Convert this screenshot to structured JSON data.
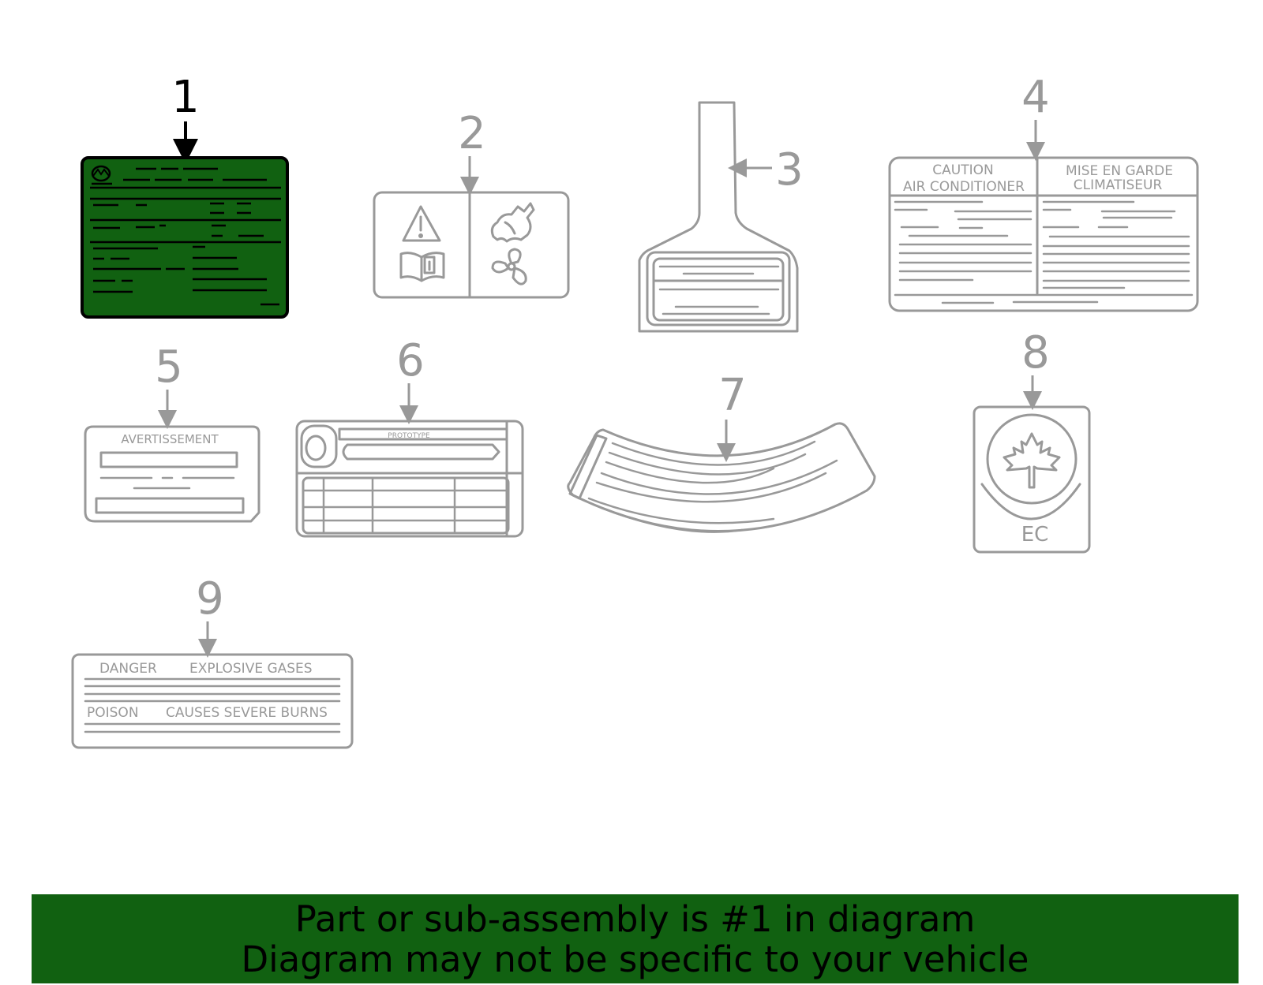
{
  "colors": {
    "highlight_fill": "#116111",
    "part_stroke": "#999999",
    "active_stroke": "#000000",
    "banner_bg": "#116111"
  },
  "callouts": [
    "1",
    "2",
    "3",
    "4",
    "5",
    "6",
    "7",
    "8",
    "9"
  ],
  "active_callout": "1",
  "labels": {
    "part4": {
      "left_line1": "CAUTION",
      "left_line2": "AIR CONDITIONER",
      "right_line1": "MISE EN GARDE",
      "right_line2": "CLIMATISEUR"
    },
    "part5": {
      "heading": "AVERTISSEMENT"
    },
    "part6": {
      "heading": "PROTOTYPE"
    },
    "part8": {
      "mark": "EC",
      "icon": "maple-leaf-icon"
    },
    "part9": {
      "line1_left": "DANGER",
      "line1_right": "EXPLOSIVE GASES",
      "line2_left": "POISON",
      "line2_right": "CAUSES SEVERE BURNS"
    },
    "part2": {
      "icons": [
        "warning-triangle-icon",
        "manual-info-icon",
        "hand-hazard-icon",
        "fan-icon"
      ]
    },
    "part1": {
      "icon": "brand-logo-icon"
    }
  },
  "banner": {
    "line1": "Part or sub-assembly is #1 in diagram",
    "line2": "Diagram may not be specific to your vehicle"
  }
}
